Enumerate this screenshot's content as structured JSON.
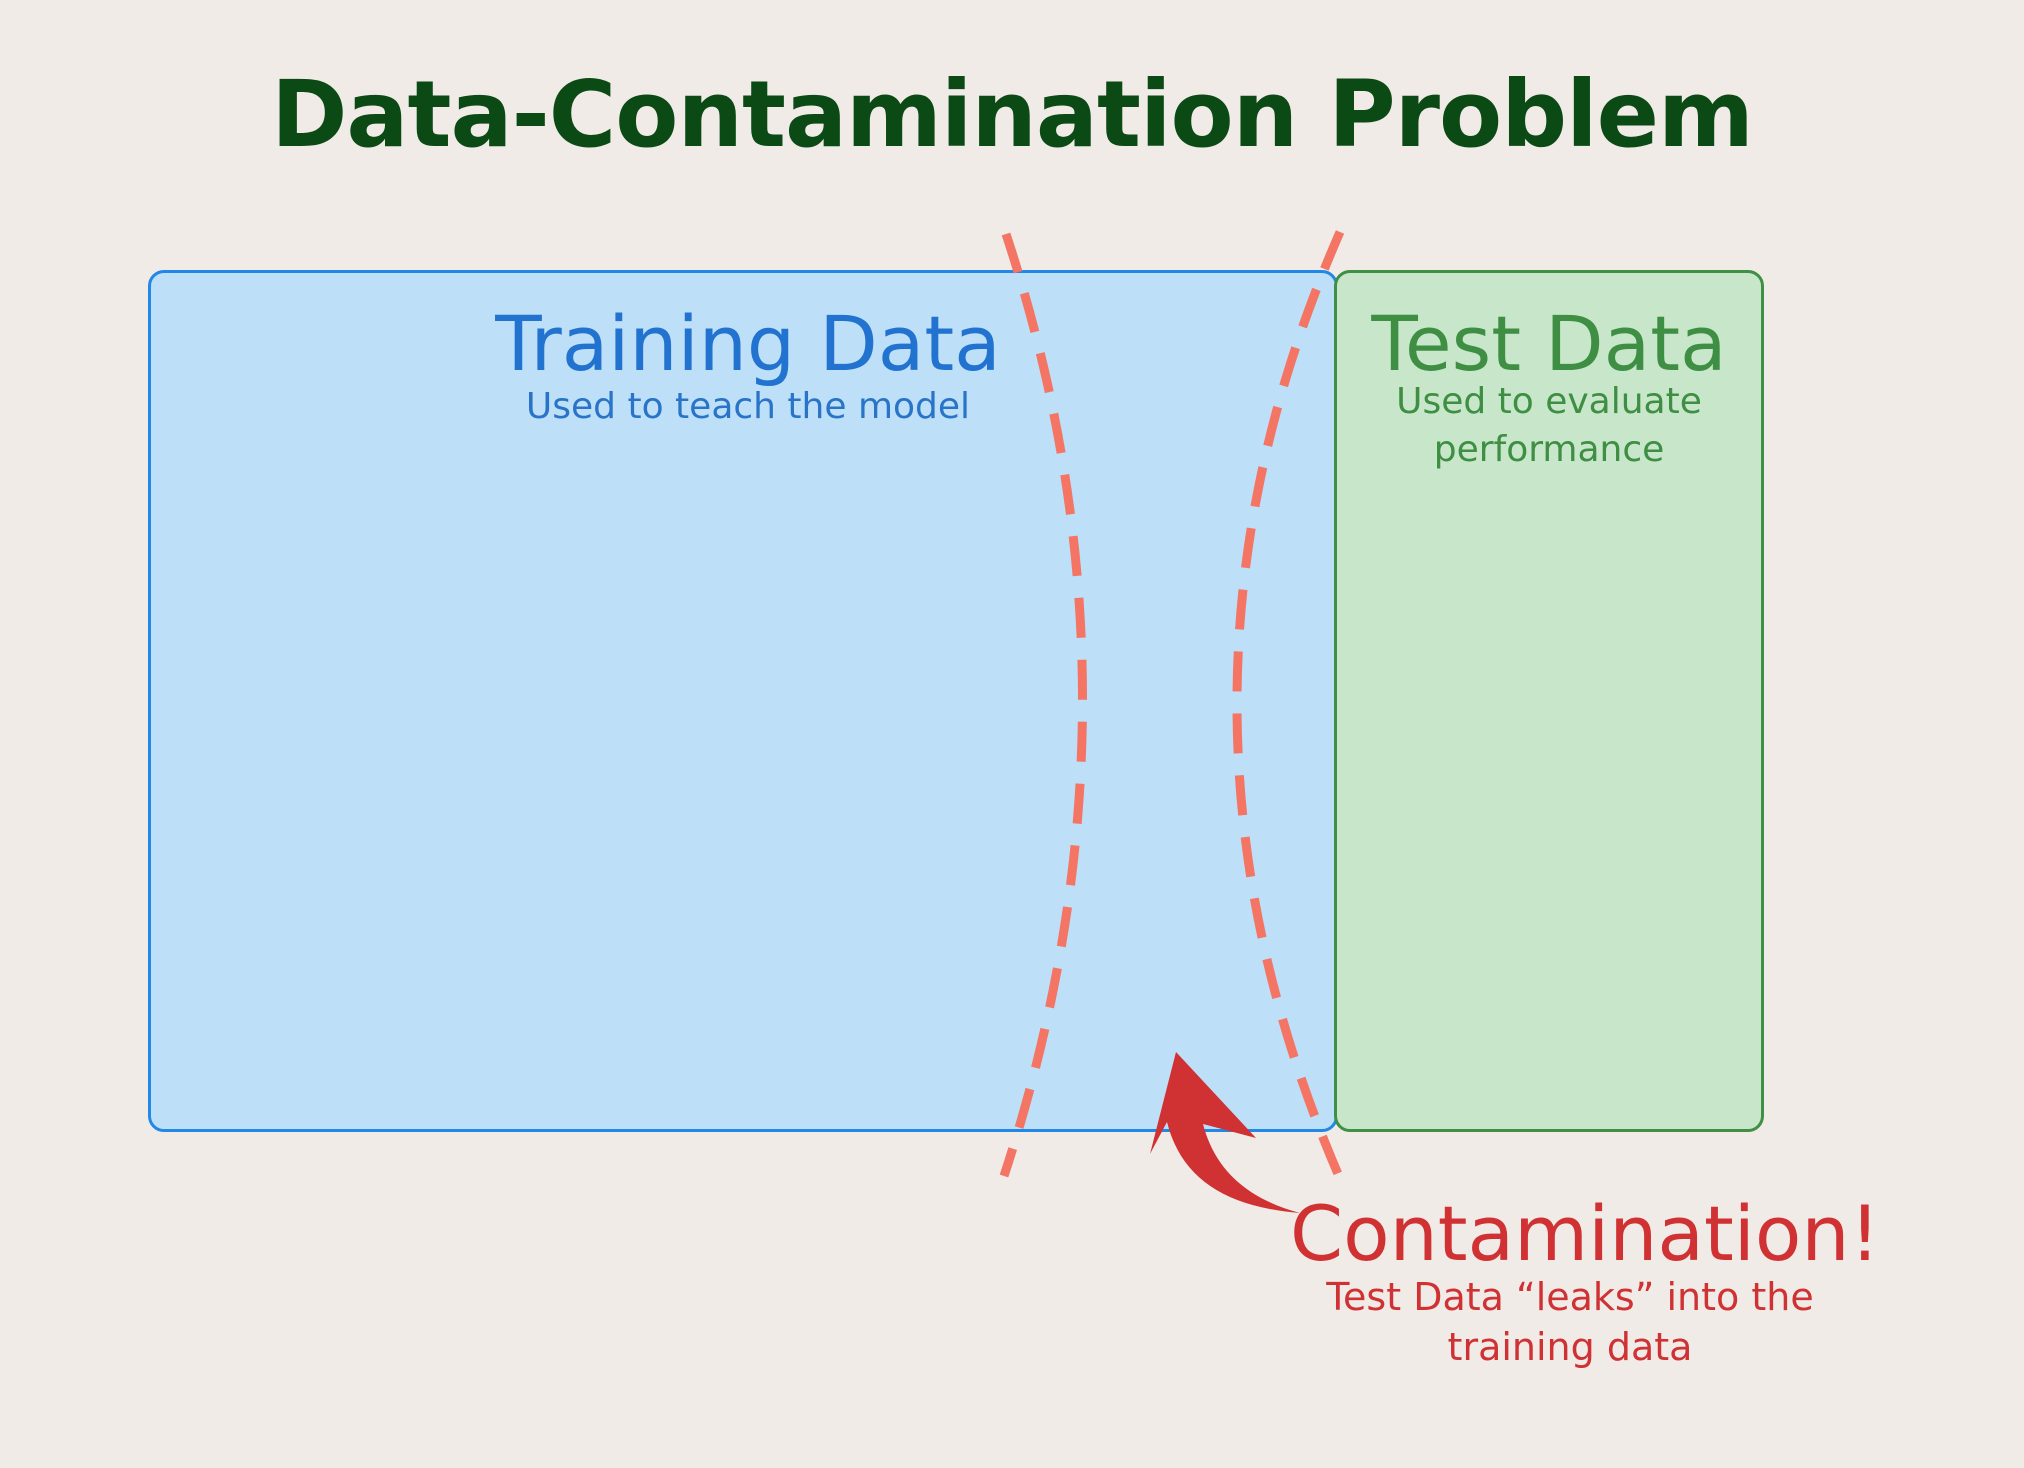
{
  "title": "Data-Contamination Problem",
  "training": {
    "heading": "Training Data",
    "subtitle": "Used to teach the model"
  },
  "test": {
    "heading": "Test Data",
    "subtitle": "Used to evaluate performance"
  },
  "contamination": {
    "heading": "Contamination!",
    "subtitle": "Test Data “leaks” into the training data"
  },
  "colors": {
    "background": "#f0ebe7",
    "title": "#0c4a15",
    "training_fill": "#bddff8",
    "training_border": "#2188e6",
    "training_text": "#2273cf",
    "test_fill": "#c8e6c9",
    "test_border": "#3f8f45",
    "test_text": "#3e8f44",
    "dashed_lines": "#f47563",
    "contamination_text": "#d03234"
  }
}
